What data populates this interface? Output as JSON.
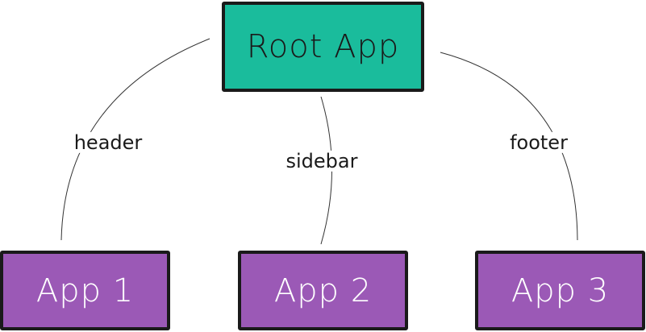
{
  "root": {
    "label": "Root App",
    "fill": "#1abc9c"
  },
  "children": [
    {
      "label": "App 1",
      "edge_label": "header",
      "fill": "#9b59b6"
    },
    {
      "label": "App 2",
      "edge_label": "sidebar",
      "fill": "#9b59b6"
    },
    {
      "label": "App 3",
      "edge_label": "footer",
      "fill": "#9b59b6"
    }
  ],
  "colors": {
    "border": "#1a1a1a",
    "edge": "#333333"
  }
}
